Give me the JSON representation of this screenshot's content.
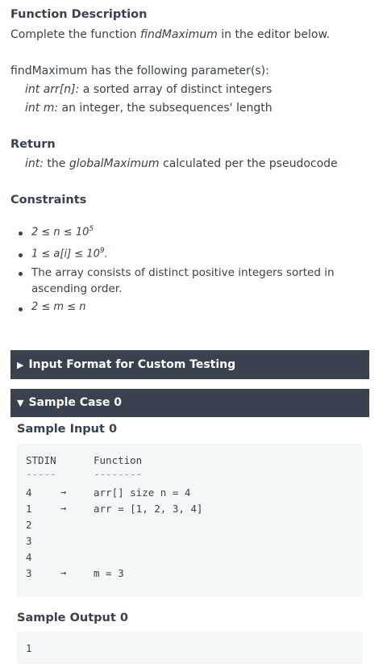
{
  "func_desc": {
    "heading": "Function Description",
    "line_pre": "Complete the function ",
    "line_func": "findMaximum",
    "line_post": " in the editor below.",
    "params_intro": "findMaximum has the following parameter(s):",
    "params": [
      {
        "sig": "int arr[n]:",
        "desc": " a sorted array of distinct integers"
      },
      {
        "sig": "int m:",
        "desc": " an integer, the subsequences' length"
      }
    ]
  },
  "return_section": {
    "heading": "Return",
    "type": "int:",
    "pre": " the ",
    "var": "globalMaximum",
    "post": " calculated per the pseudocode"
  },
  "constraints": {
    "heading": "Constraints",
    "items": [
      {
        "text": "2 ≤ n ≤ 10",
        "sup": "5"
      },
      {
        "text": "1 ≤ a[i] ≤ 10",
        "sup": "9",
        "tail": "."
      },
      {
        "line1": "The array consists of distinct positive integers sorted in",
        "line2": "ascending order."
      },
      {
        "text": "2 ≤ m ≤ n"
      }
    ]
  },
  "sections": {
    "input_format": "Input Format for Custom Testing",
    "sample_case": "Sample Case 0",
    "sample_input_label": "Sample Input 0",
    "sample_output_label": "Sample Output 0"
  },
  "sample_input": {
    "stdin_header": "STDIN",
    "function_header": "Function",
    "stdin_rule": "-----",
    "function_rule": "--------",
    "arrow": "→",
    "rows": [
      {
        "stdin": "4",
        "func": "arr[] size n = 4"
      },
      {
        "stdin": "1",
        "func": "arr = [1, 2, 3, 4]"
      },
      {
        "stdin": "2",
        "func": ""
      },
      {
        "stdin": "3",
        "func": ""
      },
      {
        "stdin": "4",
        "func": ""
      },
      {
        "stdin": "3",
        "func": "m = 3"
      }
    ]
  },
  "sample_output": {
    "value": "1"
  }
}
